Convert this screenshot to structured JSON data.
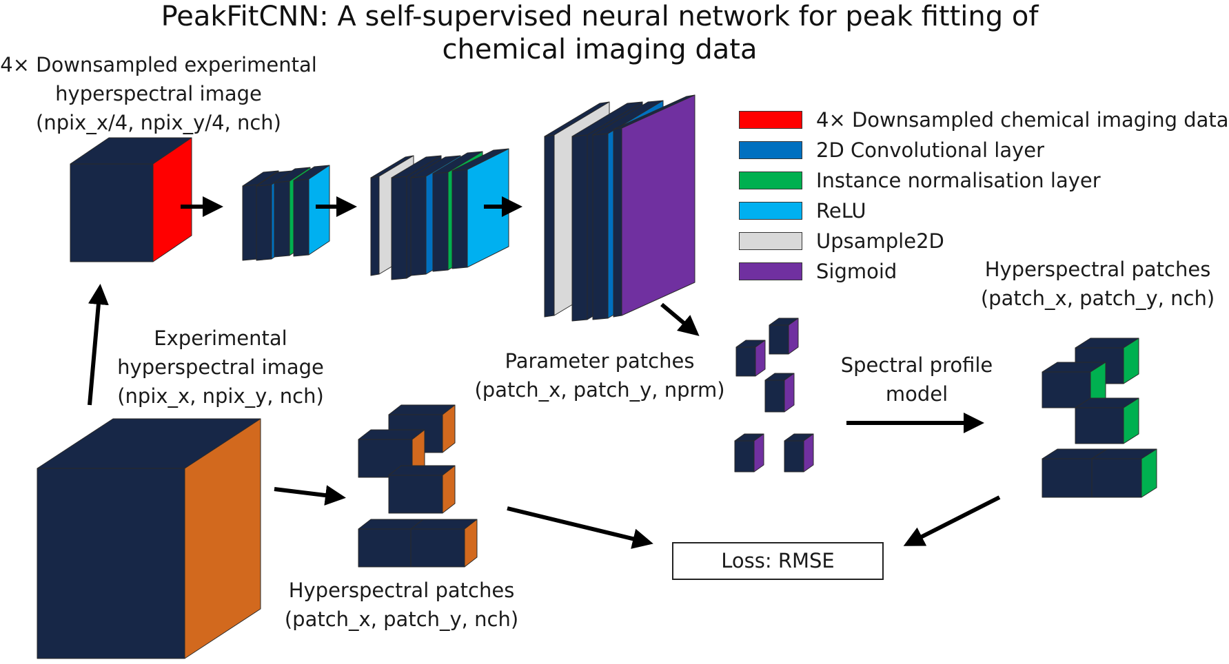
{
  "title": "PeakFitCNN: A self-supervised neural network for peak fitting of chemical imaging data",
  "labels": {
    "downsampled_input": [
      "4× Downsampled experimental",
      "hyperspectral image",
      "(npix_x/4, npix_y/4, nch)"
    ],
    "experimental_image": [
      "Experimental",
      "hyperspectral image",
      "(npix_x, npix_y, nch)"
    ],
    "parameter_patches": [
      "Parameter patches",
      "(patch_x, patch_y, nprm)"
    ],
    "spectral_profile_model": [
      "Spectral profile",
      "model"
    ],
    "hyperspectral_patches_bottom": [
      "Hyperspectral patches",
      "(patch_x, patch_y, nch)"
    ],
    "hyperspectral_patches_right": [
      "Hyperspectral patches",
      "(patch_x, patch_y, nch)"
    ],
    "loss": "Loss: RMSE"
  },
  "legend": [
    {
      "label": "4× Downsampled chemical imaging data",
      "color": "#ff0000"
    },
    {
      "label": "2D Convolutional layer",
      "color": "#0070c0"
    },
    {
      "label": "Instance normalisation layer",
      "color": "#00b050"
    },
    {
      "label": "ReLU",
      "color": "#00b0f0"
    },
    {
      "label": "Upsample2D",
      "color": "#d9d9d9"
    },
    {
      "label": "Sigmoid",
      "color": "#7030a0"
    }
  ],
  "colors": {
    "dark_cube": "#172747",
    "orange_face": "#d2691e",
    "arrow": "#000000"
  }
}
